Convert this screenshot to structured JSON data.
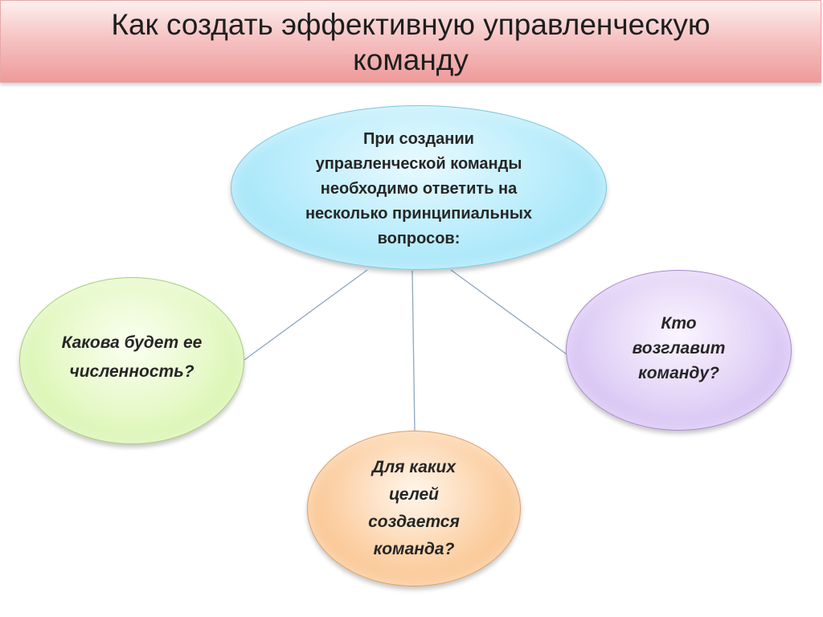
{
  "title": "Как создать эффективную управленческую команду",
  "diagram": {
    "center": {
      "text": "При создании управленческой команды необходимо ответить на несколько принципиальных вопросов:",
      "color": "#bfeefc"
    },
    "nodes": [
      {
        "id": "left",
        "text": "Какова будет ее численность?",
        "color": "#e6f9c8"
      },
      {
        "id": "bottom",
        "text": "Для каких целей создается команда?",
        "color": "#fcd3aa"
      },
      {
        "id": "right",
        "text": "Кто возглавит команду?",
        "color": "#e3d4f7"
      }
    ],
    "connector_color": "#8ea6bf"
  }
}
